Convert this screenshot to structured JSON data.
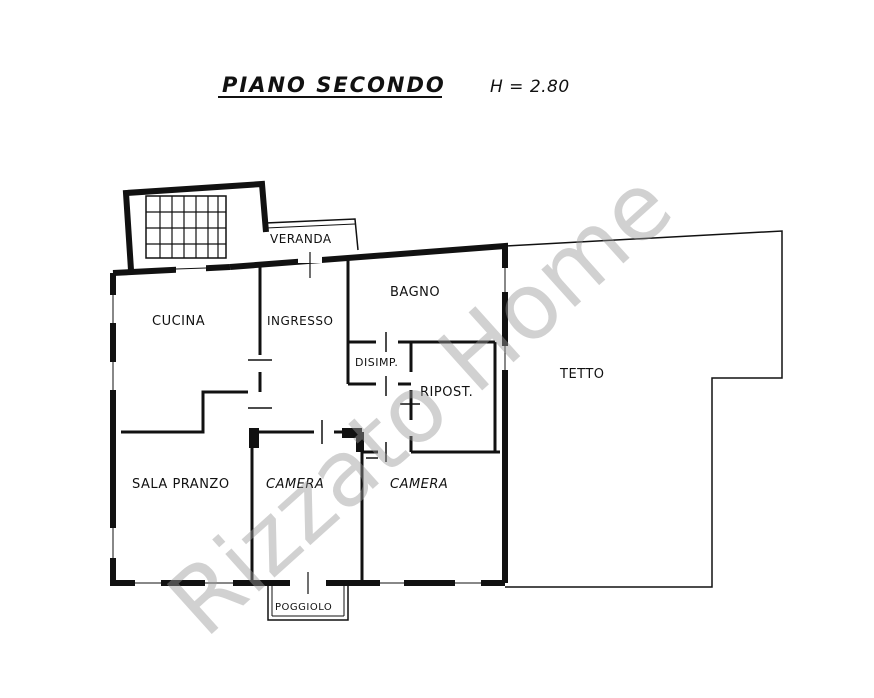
{
  "title": "PIANO SECONDO",
  "height_note": "H = 2.80",
  "rooms": {
    "veranda": "VERANDA",
    "cucina": "CUCINA",
    "ingresso": "INGRESSO",
    "bagno": "BAGNO",
    "disimpegno": "DISIMP.",
    "ripostiglio": "RIPOST.",
    "tetto": "TETTO",
    "sala_pranzo": "SALA PRANZO",
    "camera_1": "CAMERA",
    "camera_2": "CAMERA",
    "poggiolo": "POGGIOLO"
  },
  "watermark": "Rizzato Home"
}
